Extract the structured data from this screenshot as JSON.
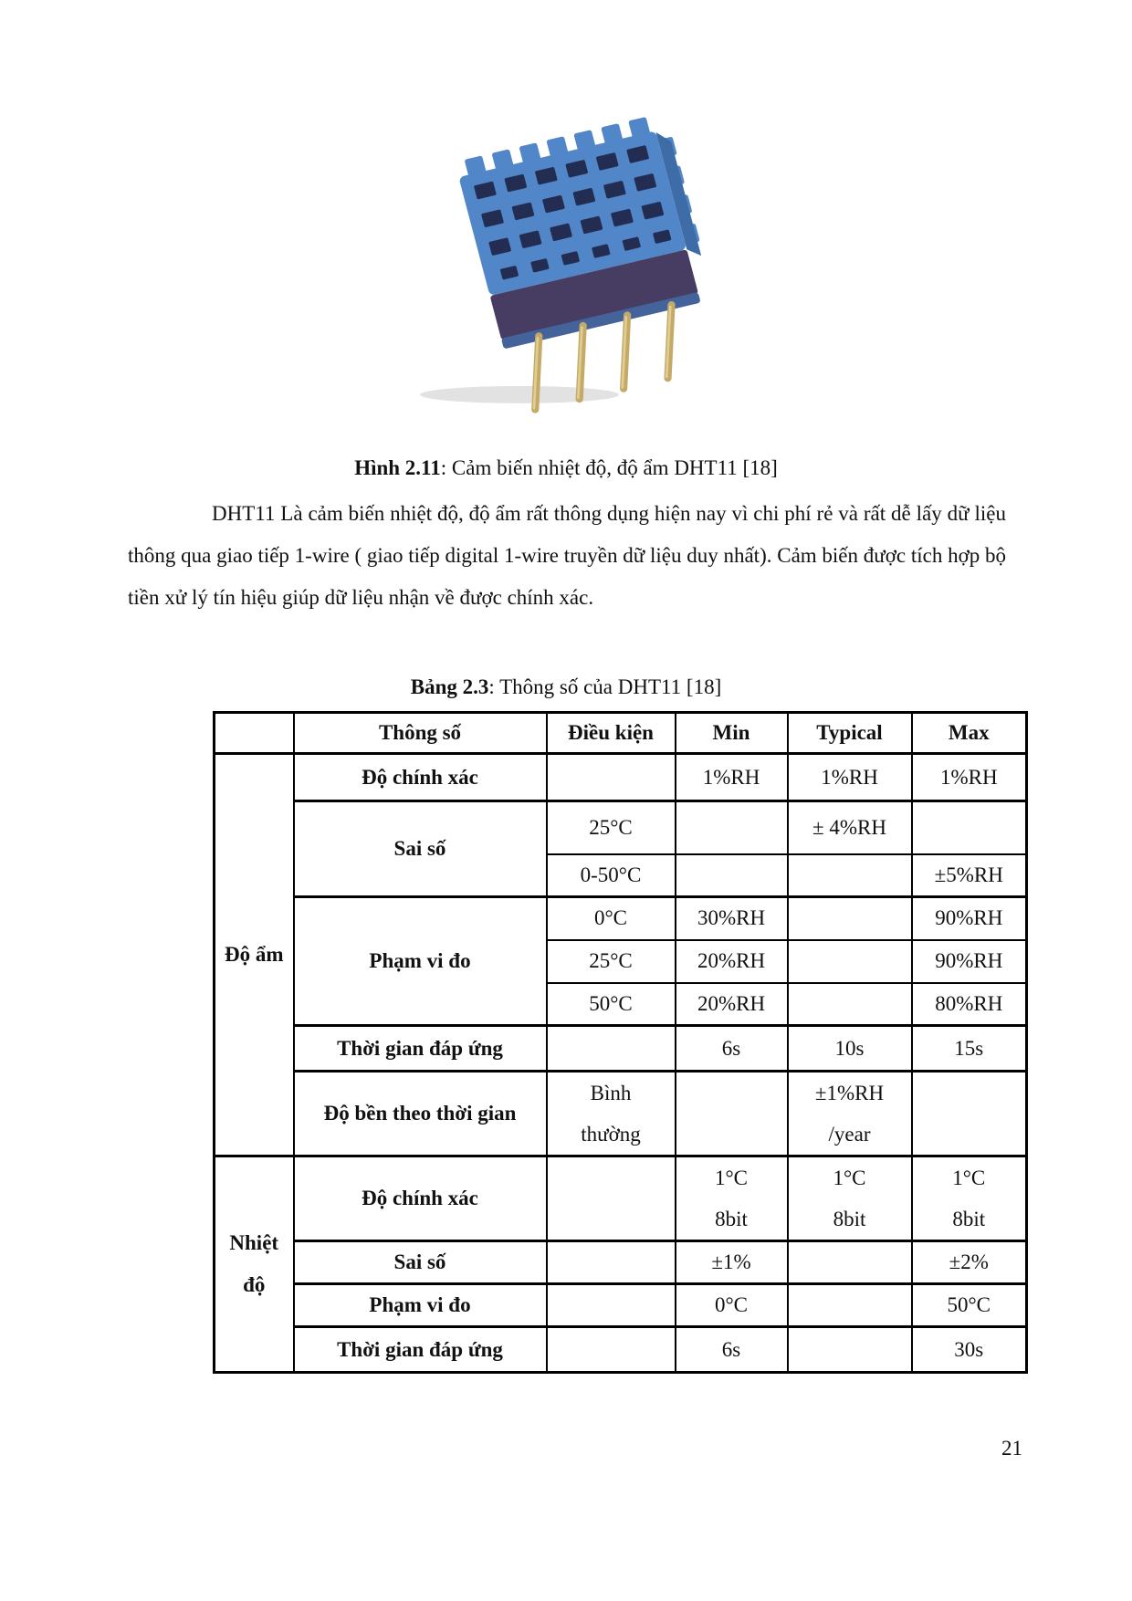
{
  "figure": {
    "caption_bold": "Hình 2.11",
    "caption_rest": ": Cảm biến nhiệt độ, độ ẩm DHT11 [18]"
  },
  "paragraph": {
    "text": "DHT11 Là cảm biến nhiệt độ, độ ẩm rất thông dụng hiện nay vì chi phí rẻ và rất dễ lấy dữ liệu thông qua giao tiếp 1-wire ( giao tiếp digital 1-wire truyền dữ liệu duy nhất). Cảm biến được tích hợp bộ tiền xử lý tín hiệu giúp dữ liệu nhận về được chính xác."
  },
  "table_caption": {
    "bold": "Bảng 2.3",
    "rest": ": Thông số của DHT11 [18]"
  },
  "table": {
    "headers": [
      "",
      "Thông số",
      "Điều kiện",
      "Min",
      "Typical",
      "Max"
    ],
    "humidity": {
      "group_label": "Độ ẩm",
      "accuracy": {
        "label": "Độ chính xác",
        "min": "1%RH",
        "typical": "1%RH",
        "max": "1%RH"
      },
      "error": {
        "label": "Sai số",
        "rows": [
          {
            "condition": "25°C",
            "typical": "± 4%RH"
          },
          {
            "condition": "0-50°C",
            "max": "±5%RH"
          }
        ]
      },
      "range": {
        "label": "Phạm vi đo",
        "rows": [
          {
            "condition": "0°C",
            "min": "30%RH",
            "max": "90%RH"
          },
          {
            "condition": "25°C",
            "min": "20%RH",
            "max": "90%RH"
          },
          {
            "condition": "50°C",
            "min": "20%RH",
            "max": "80%RH"
          }
        ]
      },
      "response_time": {
        "label": "Thời gian đáp ứng",
        "min": "6s",
        "typical": "10s",
        "max": "15s"
      },
      "stability": {
        "label": "Độ bền theo thời gian",
        "condition_lines": [
          "Bình",
          "thường"
        ],
        "typical_lines": [
          "±1%RH",
          "/year"
        ]
      }
    },
    "temperature": {
      "group_label": "Nhiệt độ",
      "accuracy": {
        "label": "Độ chính xác",
        "min_lines": [
          "1°C",
          "8bit"
        ],
        "typical_lines": [
          "1°C",
          "8bit"
        ],
        "max_lines": [
          "1°C",
          "8bit"
        ]
      },
      "error": {
        "label": "Sai số",
        "min": "±1%",
        "max": "±2%"
      },
      "range": {
        "label": "Phạm vi đo",
        "min": "0°C",
        "max": "50°C"
      },
      "response_time": {
        "label": "Thời gian đáp ứng",
        "min": "6s",
        "max": "30s"
      }
    }
  },
  "page": {
    "number": "21"
  },
  "colors": {
    "sensor_top": "#5186c8",
    "sensor_front": "#473d63",
    "sensor_side": "#3e6ca6",
    "sensor_bottom_strip": "#45639b",
    "sensor_holes": "#232d52",
    "sensor_pins": "#c4aa66",
    "sensor_pin_highlight": "#e6d6a0",
    "shadow": "#e2e2e2"
  }
}
